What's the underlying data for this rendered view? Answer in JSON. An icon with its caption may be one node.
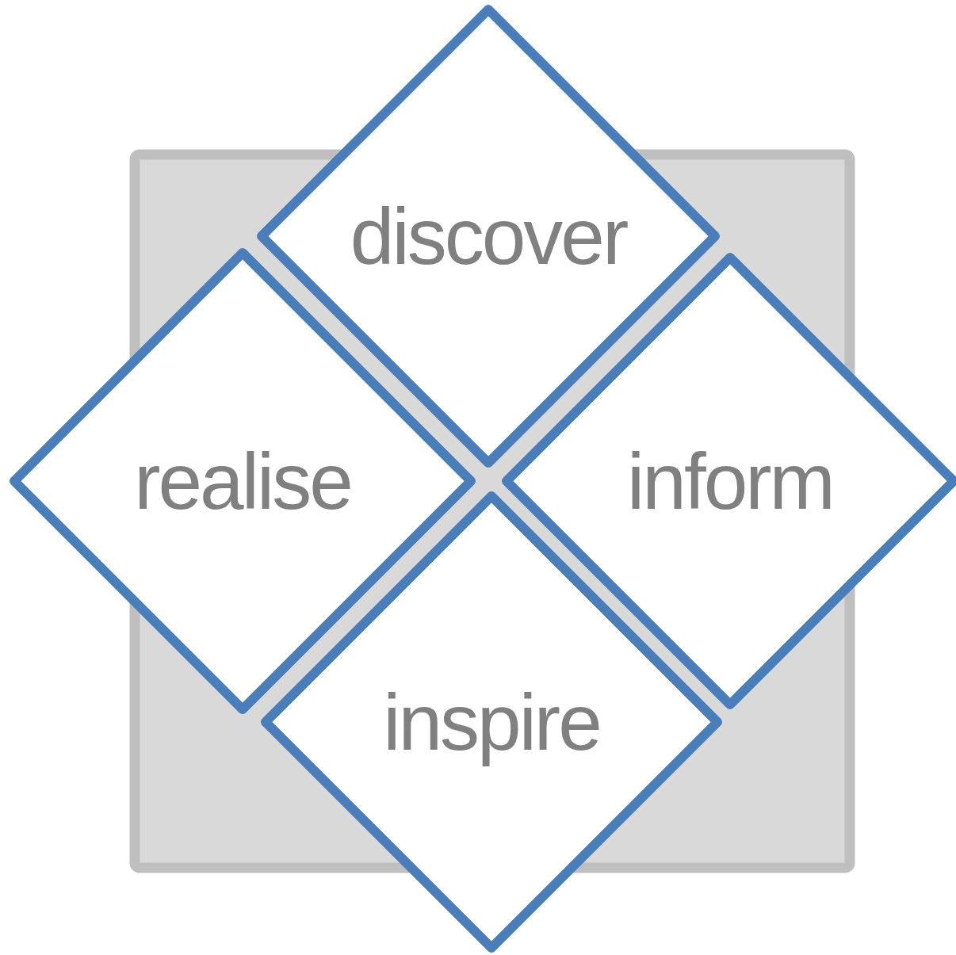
{
  "diagram": {
    "nodes": [
      {
        "text": [
          "discover"
        ]
      },
      {
        "text": [
          "realise"
        ]
      },
      {
        "text": [
          "inform"
        ]
      },
      {
        "text": [
          "inspire"
        ]
      }
    ]
  }
}
